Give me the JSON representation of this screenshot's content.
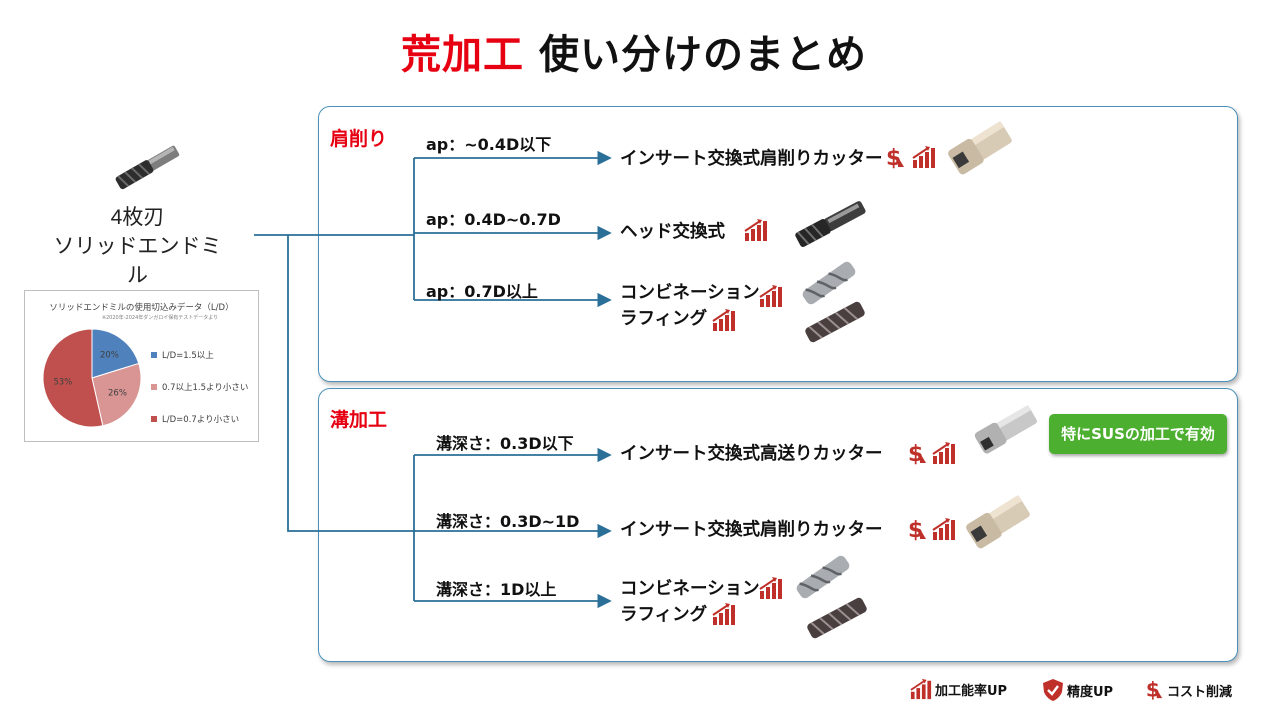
{
  "title": {
    "red": "荒加工",
    "black": "使い分けのまとめ"
  },
  "tool": {
    "line1": "4枚刃",
    "line2": "ソリッドエンドミル"
  },
  "pie": {
    "title": "ソリッドエンドミルの使用切込みデータ（L/D）",
    "note": "※2020年-2024年ダンガロイ保有テストデータより",
    "chart_data": {
      "type": "pie",
      "categories": [
        "L/D=1.5以上",
        "0.7以上1.5より小さい",
        "L/D=0.7より小さい"
      ],
      "values": [
        20,
        26,
        53
      ],
      "labels": [
        "20%",
        "26%",
        "53%"
      ],
      "colors": [
        "#4f81bd",
        "#d99594",
        "#c0504d"
      ],
      "legend_position": "right"
    }
  },
  "shoulder": {
    "label": "肩削り",
    "rows": [
      {
        "cond": "ap：~0.4D以下",
        "result": "インサート交換式肩削りカッター"
      },
      {
        "cond": "ap：0.4D~0.7D",
        "result": "ヘッド交換式"
      },
      {
        "cond": "ap：0.7D以上",
        "result_line1": "コンビネーション",
        "result_line2": "ラフィング"
      }
    ]
  },
  "slot": {
    "label": "溝加工",
    "badge": "特にSUSの加工で有効",
    "rows": [
      {
        "cond": "溝深さ：0.3D以下",
        "result": "インサート交換式高送りカッター"
      },
      {
        "cond": "溝深さ：0.3D~1D",
        "result": "インサート交換式肩削りカッター"
      },
      {
        "cond": "溝深さ：1D以上",
        "result_line1": "コンビネーション",
        "result_line2": "ラフィング"
      }
    ]
  },
  "legend": {
    "efficiency": "加工能率UP",
    "accuracy": "精度UP",
    "cost": "コスト削減"
  },
  "colors": {
    "accent_red": "#e60012",
    "line_blue": "#2a6f97",
    "badge_green": "#4caf2f",
    "box_border": "#4a90b8"
  }
}
